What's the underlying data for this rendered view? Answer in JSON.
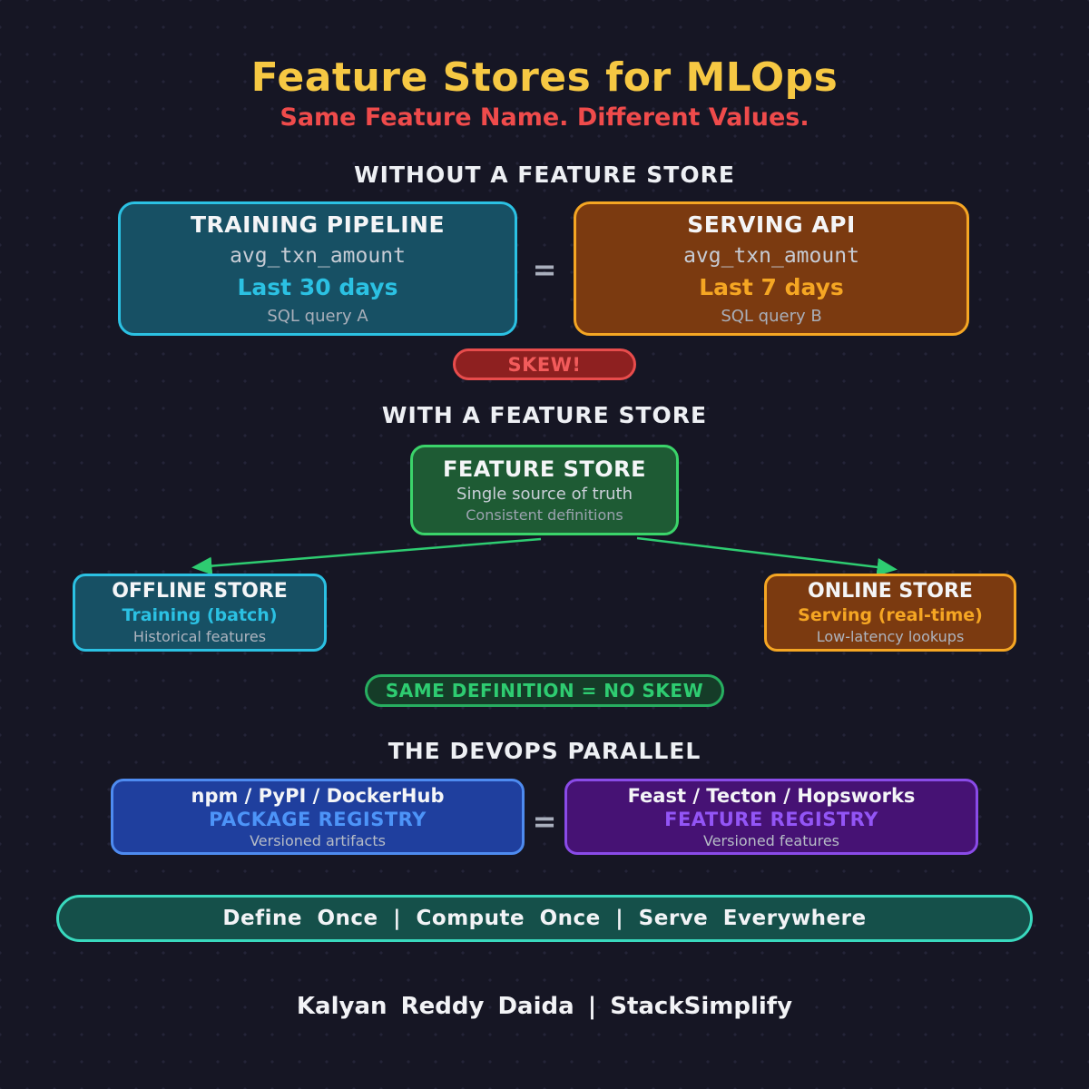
{
  "header": {
    "title": "Feature Stores for MLOps",
    "subtitle": "Same Feature Name. Different Values."
  },
  "without_section": {
    "heading": "WITHOUT A FEATURE STORE",
    "training_pipeline": {
      "title": "TRAINING PIPELINE",
      "feature_name": "avg_txn_amount",
      "window": "Last 30 days",
      "query": "SQL query A"
    },
    "equals": "=",
    "serving_api": {
      "title": "SERVING API",
      "feature_name": "avg_txn_amount",
      "window": "Last 7 days",
      "query": "SQL query B"
    },
    "skew_badge": "SKEW!"
  },
  "with_section": {
    "heading": "WITH A FEATURE STORE",
    "feature_store": {
      "title": "FEATURE STORE",
      "line1": "Single source of truth",
      "line2": "Consistent definitions"
    },
    "offline_store": {
      "title": "OFFLINE STORE",
      "line1": "Training (batch)",
      "line2": "Historical features"
    },
    "online_store": {
      "title": "ONLINE STORE",
      "line1": "Serving (real-time)",
      "line2": "Low-latency lookups"
    },
    "no_skew_badge": "SAME DEFINITION = NO SKEW"
  },
  "devops_section": {
    "heading": "THE DEVOPS PARALLEL",
    "package_registry": {
      "title": "npm / PyPI / DockerHub",
      "subtitle": "PACKAGE REGISTRY",
      "line2": "Versioned artifacts"
    },
    "equals": "=",
    "feature_registry": {
      "title": "Feast / Tecton / Hopsworks",
      "subtitle": "FEATURE REGISTRY",
      "line2": "Versioned features"
    }
  },
  "summary_banner": "Define Once | Compute Once | Serve Everywhere",
  "footer": {
    "credit": "Kalyan Reddy Daida | StackSimplify"
  },
  "colors": {
    "background": "#161624",
    "title_gold": "#f6c843",
    "subtitle_red": "#ef4b4b",
    "cyan_accent": "#2bc1e3",
    "orange_accent": "#f5a623",
    "green_accent": "#2ecc71",
    "blue_accent": "#4d94f8",
    "purple_accent": "#9355f6",
    "teal_accent": "#39d9be",
    "skew_red": "#f25b5b"
  }
}
